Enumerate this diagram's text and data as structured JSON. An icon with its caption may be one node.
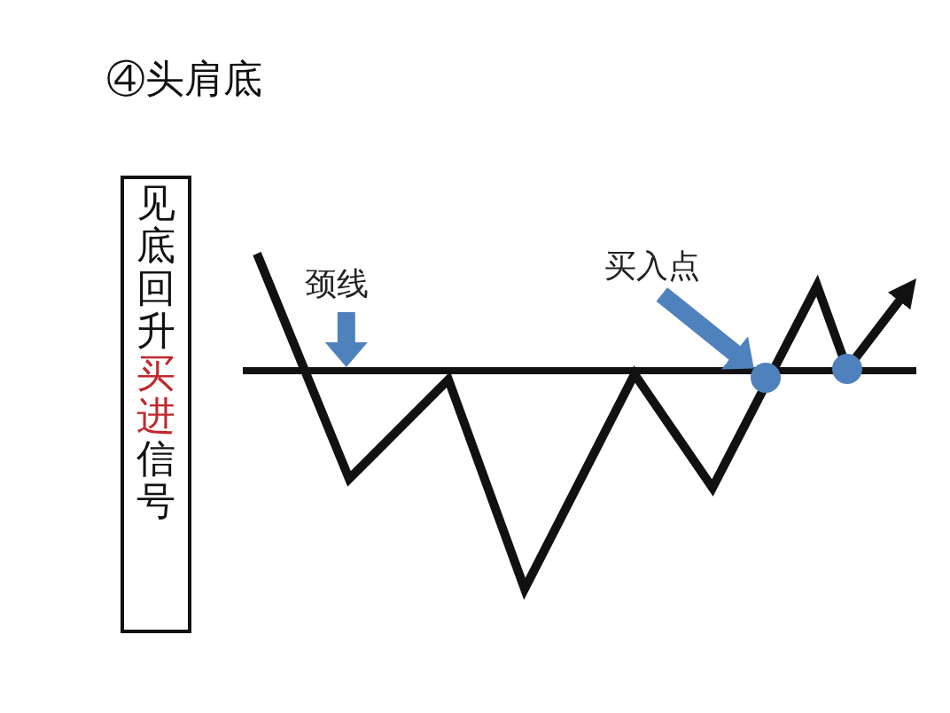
{
  "diagram": {
    "title": "④头肩底",
    "nodes": [
      {
        "text": [
          "见底回升**买进**信号"
        ]
      },
      {
        "text": [
          "颈线"
        ]
      },
      {
        "text": [],
        "shape": "line"
      },
      {
        "text": [
          "买入点"
        ]
      },
      {
        "text": [],
        "shape": "circle"
      },
      {
        "text": [],
        "shape": "circle"
      }
    ],
    "edges": [
      {
        "from": 1,
        "to": 2,
        "arrow": "to"
      },
      {
        "from": 3,
        "to": 4,
        "arrow": "to"
      }
    ]
  }
}
